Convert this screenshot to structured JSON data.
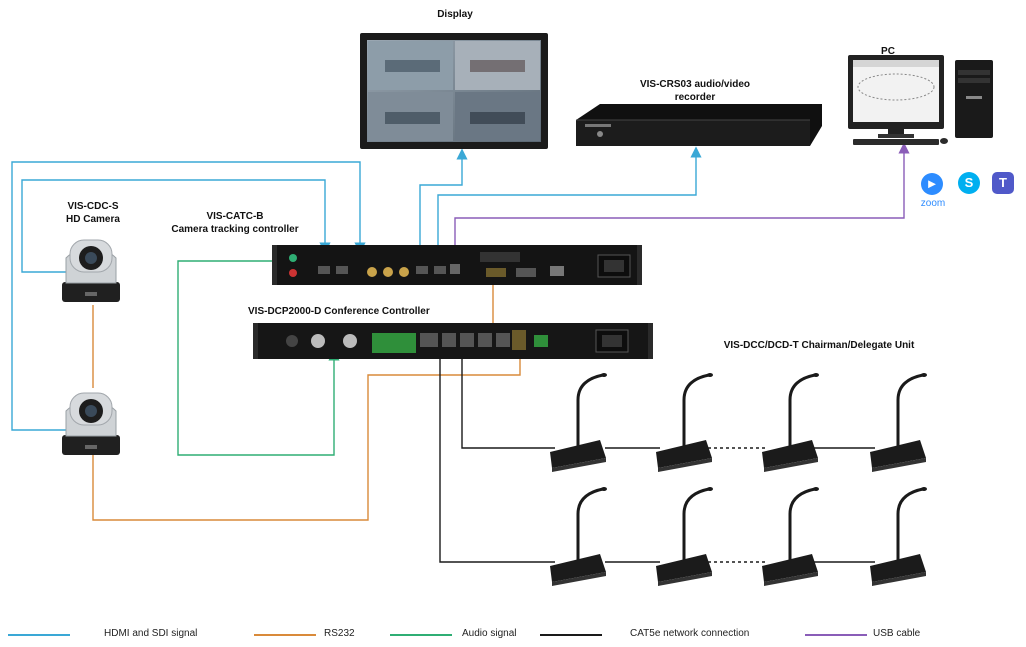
{
  "labels": {
    "display": "Display",
    "recorder_line1": "VIS-CRS03 audio/video",
    "recorder_line2": "recorder",
    "pc": "PC",
    "camera_line1": "VIS-CDC-S",
    "camera_line2": "HD Camera",
    "tracker_line1": "VIS-CATC-B",
    "tracker_line2": "Camera tracking controller",
    "conference": "VIS-DCP2000-D Conference Controller",
    "units": "VIS-DCC/DCD-T Chairman/Delegate Unit",
    "zoom": "zoom"
  },
  "colors": {
    "hdmi_sdi": "#3aa8d6",
    "rs232": "#d98a3a",
    "audio": "#2fae74",
    "cat5e": "#1a1a1a",
    "usb": "#8a5db8"
  },
  "app_icons": [
    "zoom-icon",
    "skype-icon",
    "teams-icon"
  ],
  "legend": [
    {
      "label": "HDMI and SDI signal",
      "color": "#3aa8d6"
    },
    {
      "label": "RS232",
      "color": "#d98a3a"
    },
    {
      "label": "Audio signal",
      "color": "#2fae74"
    },
    {
      "label": "CAT5e network connection",
      "color": "#1a1a1a"
    },
    {
      "label": "USB cable",
      "color": "#8a5db8"
    }
  ]
}
